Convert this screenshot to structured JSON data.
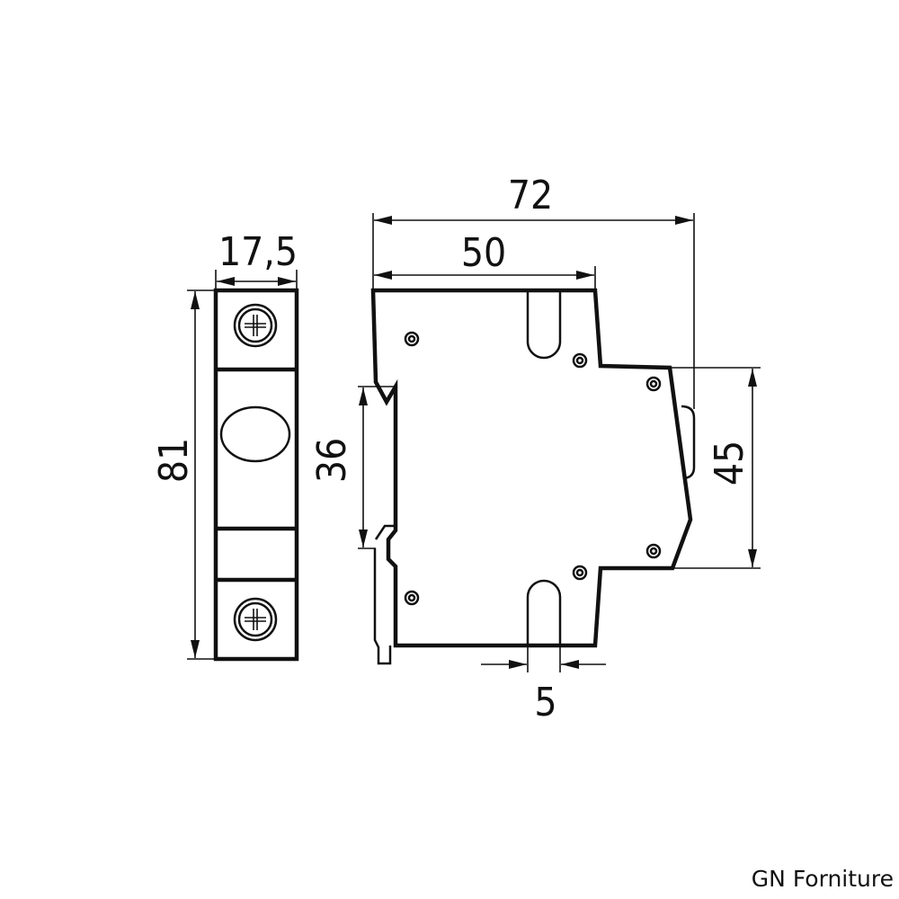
{
  "dimensions": {
    "width": "17,5",
    "height": "81",
    "depth_total": "72",
    "depth_front": "50",
    "rail": "36",
    "front_height": "45",
    "slot": "5"
  },
  "footer": {
    "brand": "GN Forniture"
  },
  "colors": {
    "line": "#111111",
    "background": "#ffffff"
  }
}
